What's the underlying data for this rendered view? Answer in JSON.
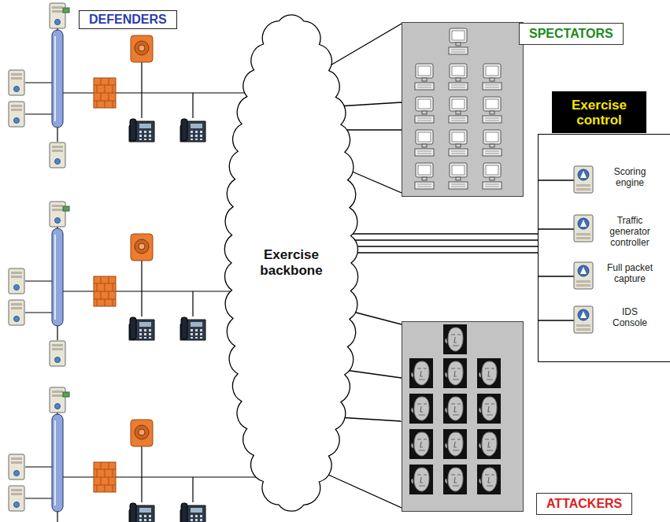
{
  "diagram": {
    "nodes": [
      {
        "text": [
          "DEFENDERS"
        ]
      },
      {
        "text": [
          "SPECTATORS"
        ]
      },
      {
        "text": [
          "Exercise control"
        ]
      },
      {
        "text": [
          "Scoring engine"
        ],
        "in": 2
      },
      {
        "text": [
          "Traffic generator controller"
        ],
        "in": 2
      },
      {
        "text": [
          "Full packet capture"
        ],
        "in": 2
      },
      {
        "text": [
          "IDS Console"
        ],
        "in": 2
      },
      {
        "text": [
          "Exercise backbone"
        ]
      },
      {
        "text": [
          "ATTACKERS"
        ]
      }
    ],
    "edges": [
      {
        "from": 7,
        "to": 1,
        "arrow": "none"
      },
      {
        "from": 7,
        "to": 1,
        "arrow": "none"
      },
      {
        "from": 7,
        "to": 1,
        "arrow": "none"
      },
      {
        "from": 7,
        "to": 1,
        "arrow": "none"
      },
      {
        "from": 7,
        "to": 2,
        "arrow": "none"
      },
      {
        "from": 7,
        "to": 2,
        "arrow": "none"
      },
      {
        "from": 7,
        "to": 2,
        "arrow": "none"
      },
      {
        "from": 7,
        "to": 2,
        "arrow": "none"
      },
      {
        "from": 7,
        "to": 8,
        "arrow": "none"
      },
      {
        "from": 7,
        "to": 8,
        "arrow": "none"
      },
      {
        "from": 7,
        "to": 8,
        "arrow": "none"
      },
      {
        "from": 7,
        "to": 8,
        "arrow": "none"
      },
      {
        "from": 2,
        "to": 3,
        "arrow": "none"
      },
      {
        "from": 2,
        "to": 4,
        "arrow": "none"
      },
      {
        "from": 2,
        "to": 5,
        "arrow": "none"
      },
      {
        "from": 2,
        "to": 6,
        "arrow": "none"
      }
    ]
  }
}
